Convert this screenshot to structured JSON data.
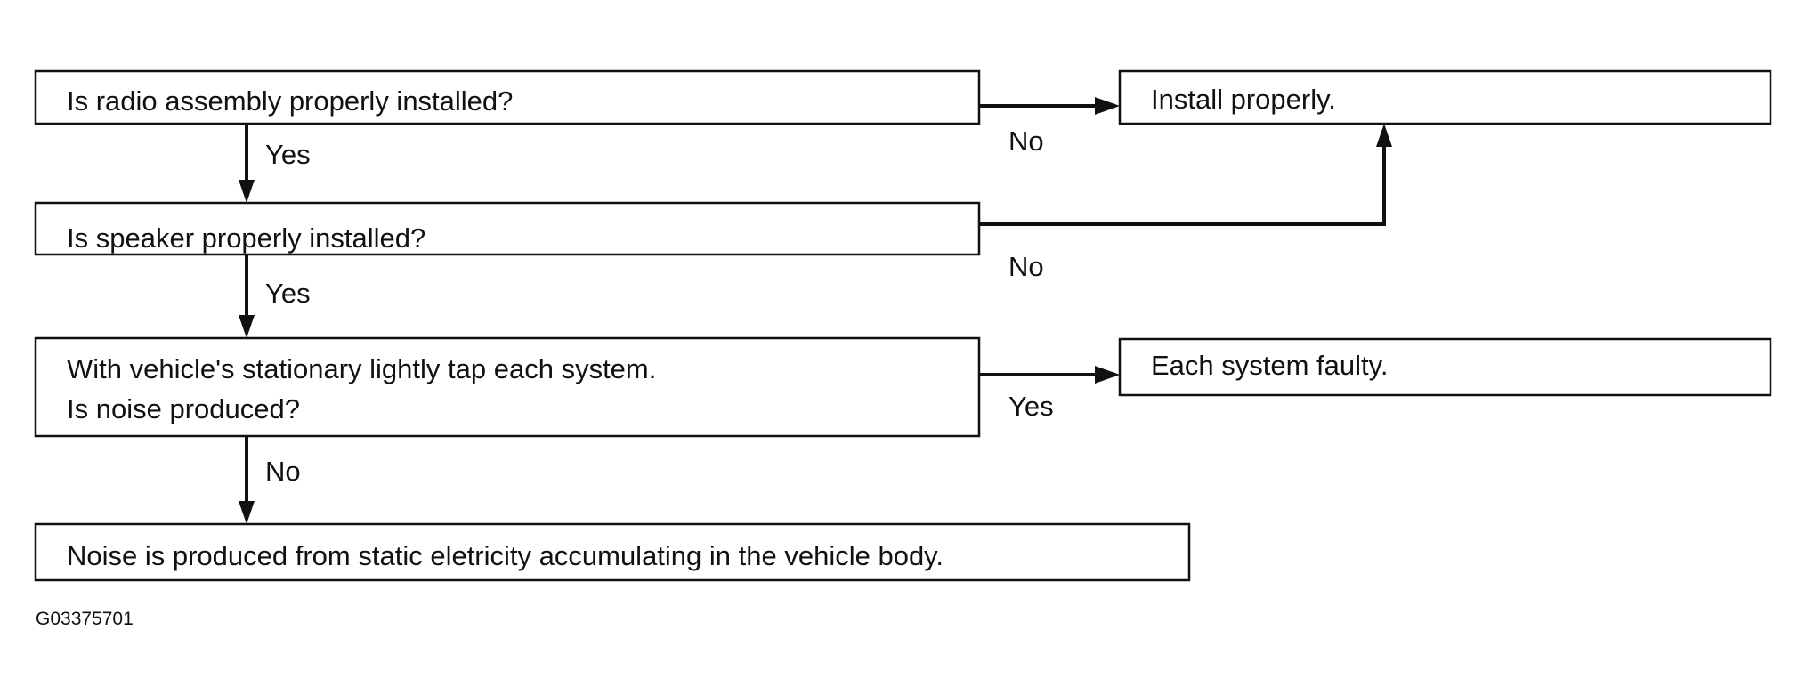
{
  "boxes": {
    "radio": "Is radio assembly properly installed?",
    "install": "Install properly.",
    "speaker": "Is speaker properly installed?",
    "tap_line1": "With vehicle's stationary lightly tap each system.",
    "tap_line2": "Is noise produced?",
    "faulty": "Each system faulty.",
    "noise": "Noise is produced from static eletricity accumulating in the vehicle body."
  },
  "labels": {
    "radio_yes": "Yes",
    "radio_no": "No",
    "speaker_yes": "Yes",
    "speaker_no": "No",
    "tap_yes": "Yes",
    "tap_no": "No"
  },
  "figure_code": "G03375701"
}
